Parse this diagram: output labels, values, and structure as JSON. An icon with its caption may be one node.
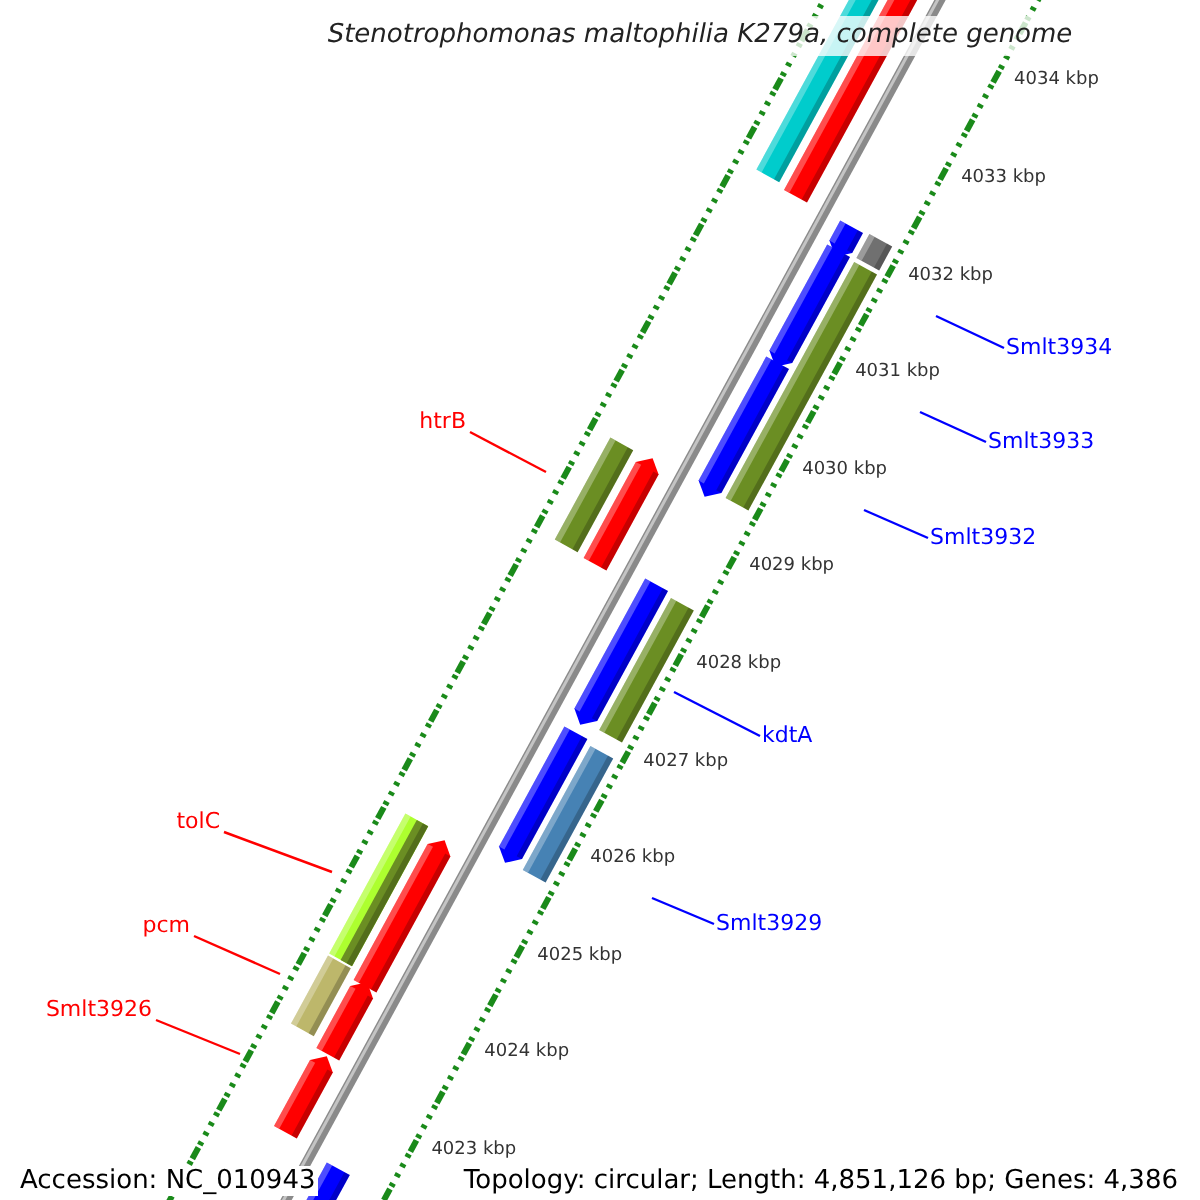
{
  "diagram": {
    "title": "Stenotrophomonas maltophilia K279a, complete genome",
    "nodes": [
      {
        "text": [
          "htrB"
        ]
      },
      {
        "text": [
          "tolC"
        ]
      },
      {
        "text": [
          "pcm"
        ]
      },
      {
        "text": [
          "Smlt3926"
        ]
      },
      {
        "text": [
          "Smlt3934"
        ]
      },
      {
        "text": [
          "Smlt3933"
        ]
      },
      {
        "text": [
          "Smlt3932"
        ]
      },
      {
        "text": [
          "kdtA"
        ]
      },
      {
        "text": [
          "Smlt3929"
        ]
      }
    ],
    "edges": [
      {
        "from": 0,
        "to": null,
        "arrow": "none",
        "color": "#ff0000"
      },
      {
        "from": 1,
        "to": null,
        "arrow": "none",
        "color": "#ff0000"
      },
      {
        "from": 2,
        "to": null,
        "arrow": "none",
        "color": "#ff0000"
      },
      {
        "from": 3,
        "to": null,
        "arrow": "none",
        "color": "#ff0000"
      },
      {
        "from": 4,
        "to": null,
        "arrow": "none"
      },
      {
        "from": 5,
        "to": null,
        "arrow": "none"
      },
      {
        "from": 6,
        "to": null,
        "arrow": "none"
      },
      {
        "from": 7,
        "to": null,
        "arrow": "none"
      },
      {
        "from": 8,
        "to": null,
        "arrow": "none"
      }
    ],
    "labels": [
      "4034 kbp",
      "4033 kbp",
      "4032 kbp",
      "4031 kbp",
      "4030 kbp",
      "4029 kbp",
      "4028 kbp",
      "4027 kbp",
      "4026 kbp",
      "4025 kbp",
      "4024 kbp",
      "4023 kbp",
      "Accession: NC_010943",
      "Topology: circular; Length: 4,851,126 bp; Genes: 4,386"
    ]
  }
}
